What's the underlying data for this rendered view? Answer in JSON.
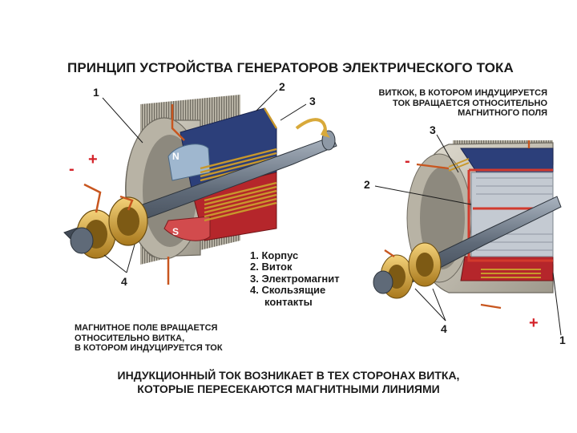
{
  "title": "ПРИНЦИП УСТРОЙСТВА ГЕНЕРАТОРОВ ЭЛЕКТРИЧЕСКОГО ТОКА",
  "left_figure": {
    "callouts": [
      "1",
      "2",
      "3",
      "4"
    ],
    "pole_n": "N",
    "pole_s": "S",
    "plus": "+",
    "minus": "-",
    "caption": [
      "МАГНИТНОЕ ПОЛЕ ВРАЩАЕТСЯ",
      "ОТНОСИТЕЛЬНО ВИТКА,",
      "В КОТОРОМ ИНДУЦИРУЕТСЯ ТОК"
    ]
  },
  "right_figure": {
    "caption": [
      "ВИТКОК, В КОТОРОМ ИНДУЦИРУЕТСЯ",
      "ТОК ВРАЩАЕТСЯ ОТНОСИТЕЛЬНО",
      "МАГНИТНОГО ПОЛЯ"
    ],
    "callouts": [
      "3",
      "2",
      "4",
      "1"
    ],
    "plus": "+",
    "minus": "-"
  },
  "legend": [
    "1. Корпус",
    "2. Виток",
    "3. Электромагнит",
    "4. Скользящие",
    "контакты"
  ],
  "bottom_text": [
    "ИНДУКЦИОННЫЙ ТОК ВОЗНИКАЕТ В ТЕХ СТОРОНАХ ВИТКА,",
    "КОТОРЫЕ ПЕРЕСЕКАЮТСЯ МАГНИТНЫМИ ЛИНИЯМИ"
  ],
  "colors": {
    "housing": "#c9c4b6",
    "housing_dark": "#8e897d",
    "magnet_blue": "#2c3f7a",
    "magnet_red": "#b5262b",
    "coil_gold": "#d8a93a",
    "shaft": "#6f7b8a",
    "copper": "#c8561f"
  }
}
